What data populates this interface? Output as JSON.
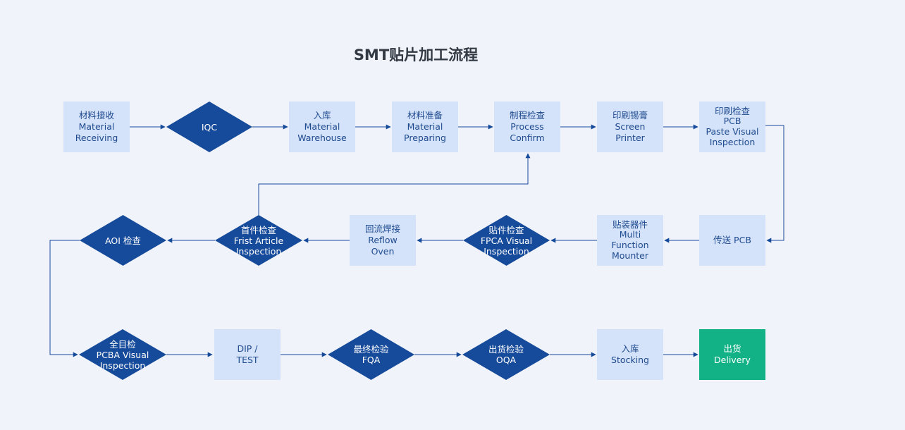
{
  "title": "SMT贴片加工流程",
  "colors": {
    "box": "#d4e2fa",
    "diamond": "#164a9a",
    "final": "#12b186",
    "line": "#164a9a",
    "background": "#f0f3f9"
  },
  "nodes": {
    "material_receiving": [
      "材料接收",
      "Material",
      "Receiving"
    ],
    "iqc": [
      "IQC"
    ],
    "material_warehouse": [
      "入库",
      "Material",
      "Warehouse"
    ],
    "material_preparing": [
      "材料准备",
      "Material",
      "Preparing"
    ],
    "process_confirm": [
      "制程检查",
      "Process",
      "Confirm"
    ],
    "screen_printer": [
      "印刷锡膏",
      "Screen",
      "Printer"
    ],
    "pcb_paste_inspection": [
      "印刷检查",
      "PCB",
      "Paste Visual",
      "Inspection"
    ],
    "transfer_pcb": [
      "传送 PCB"
    ],
    "multi_function_mounter": [
      "贴装器件",
      "Multi",
      "Function",
      "Mounter"
    ],
    "fpca_visual_inspection": [
      "贴件检查",
      "FPCA Visual",
      "Inspection"
    ],
    "reflow_oven": [
      "回流焊接",
      "Reflow",
      "Oven"
    ],
    "first_article_inspection": [
      "首件检查",
      "Frist Article",
      "Inspection"
    ],
    "aoi_inspection": [
      "AOI 检查"
    ],
    "pcba_visual_inspection": [
      "全目检",
      "PCBA Visual",
      "Inspection"
    ],
    "dip_test": [
      "DIP /",
      "TEST"
    ],
    "fqa": [
      "最终检验",
      "FQA"
    ],
    "oqa": [
      "出货检验",
      "OQA"
    ],
    "stocking": [
      "入库",
      "Stocking"
    ],
    "delivery": [
      "出货",
      "Delivery"
    ]
  }
}
